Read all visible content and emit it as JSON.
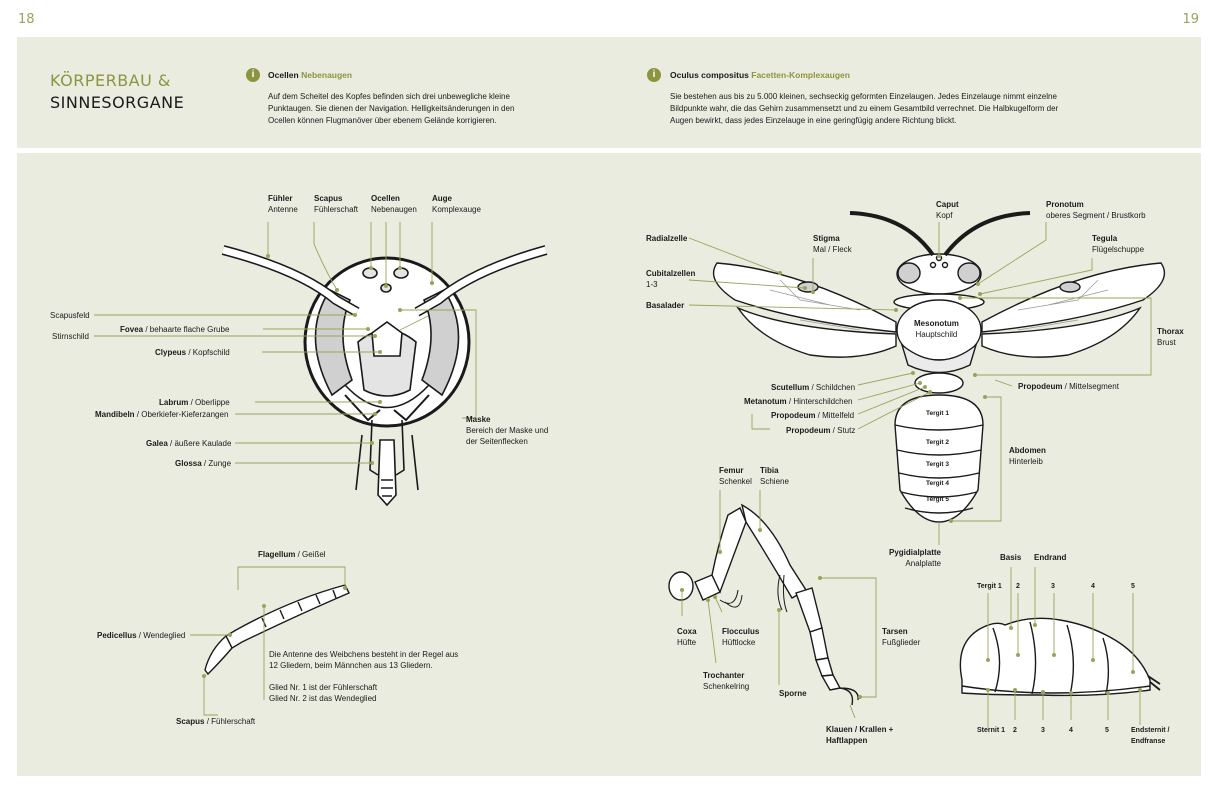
{
  "page_numbers": {
    "left": "18",
    "right": "19"
  },
  "header": {
    "title_line1": "KÖRPERBAU &",
    "title_line2": "SINNESORGANE",
    "info1": {
      "title": "Ocellen",
      "subtitle": "Nebenaugen",
      "text": "Auf dem Scheitel des Kopfes befinden sich drei unbewegliche kleine Punktaugen. Sie dienen der Navigation. Helligkeitsänderungen in den Ocellen können Flugmanöver über ebenem Gelände korrigieren."
    },
    "info2": {
      "title": "Oculus compositus",
      "subtitle": "Facetten-Komplexaugen",
      "text": "Sie bestehen aus bis zu 5.000 kleinen, sechseckig geformten Einzelaugen. Jedes Einzelauge nimmt einzelne Bildpunkte wahr, die das Gehirn zusammensetzt und zu einem Gesamtbild verrechnet. Die Halbkugelform der Augen bewirkt, dass jedes Einzelauge in eine geringfügig andere Richtung blickt."
    }
  },
  "head_labels": {
    "fuehler": {
      "bold": "Fühler",
      "normal": "Antenne"
    },
    "scapus": {
      "bold": "Scapus",
      "normal": "Fühlerschaft"
    },
    "ocellen": {
      "bold": "Ocellen",
      "normal": "Nebenaugen"
    },
    "auge": {
      "bold": "Auge",
      "normal": "Komplexauge"
    },
    "scapusfeld": "Scapusfeld",
    "fovea": {
      "bold": "Fovea",
      "normal": " / behaarte flache Grube"
    },
    "stirnschild": "Stirnschild",
    "clypeus": {
      "bold": "Clypeus",
      "normal": " / Kopfschild"
    },
    "labrum": {
      "bold": "Labrum",
      "normal": " / Oberlippe"
    },
    "mandibeln": {
      "bold": "Mandibeln",
      "normal": " / Oberkiefer-Kieferzangen"
    },
    "galea": {
      "bold": "Galea",
      "normal": " / äußere Kaulade"
    },
    "glossa": {
      "bold": "Glossa",
      "normal": " / Zunge"
    },
    "maske": {
      "bold": "Maske",
      "normal1": "Bereich der Maske und",
      "normal2": "der Seitenflecken"
    }
  },
  "antenna_labels": {
    "flagellum": {
      "bold": "Flagellum",
      "normal": " / Geißel"
    },
    "pedicellus": {
      "bold": "Pedicellus",
      "normal": " / Wendeglied"
    },
    "scapus": {
      "bold": "Scapus",
      "normal": " / Fühlerschaft"
    },
    "note1": "Die Antenne des Weibchens besteht in der Regel aus",
    "note2": "12 Gliedern, beim Männchen aus 13 Gliedern.",
    "note3": "Glied Nr. 1 ist der Fühlerschaft",
    "note4": "Glied Nr. 2 ist das Wendeglied"
  },
  "body_labels": {
    "radialzelle": "Radialzelle",
    "stigma": {
      "bold": "Stigma",
      "normal": "Mal / Fleck"
    },
    "caput": {
      "bold": "Caput",
      "normal": "Kopf"
    },
    "pronotum": {
      "bold": "Pronotum",
      "normal": "oberes Segment / Brustkorb"
    },
    "tegula": {
      "bold": "Tegula",
      "normal": "Flügelschuppe"
    },
    "cubitalzellen": {
      "bold": "Cubitalzellen",
      "normal": "1-3"
    },
    "basalader": "Basalader",
    "mesonotum": {
      "bold": "Mesonotum",
      "normal": "Hauptschild"
    },
    "thorax": {
      "bold": "Thorax",
      "normal": "Brust"
    },
    "scutellum": {
      "bold": "Scutellum",
      "normal": " / Schildchen"
    },
    "metanotum": {
      "bold": "Metanotum",
      "normal": " / Hinterschildchen"
    },
    "propodeum_mf": {
      "bold": "Propodeum",
      "normal": " / Mittelfeld"
    },
    "propodeum_st": {
      "bold": "Propodeum",
      "normal": " / Stutz"
    },
    "propodeum_ms": {
      "bold": "Propodeum",
      "normal": " / Mittelsegment"
    },
    "abdomen": {
      "bold": "Abdomen",
      "normal": "Hinterleib"
    },
    "tergits": [
      "Tergit 1",
      "Tergit 2",
      "Tergit 3",
      "Tergit 4",
      "Tergit 5"
    ],
    "pygidialplatte": {
      "bold": "Pygidialplatte",
      "normal": "Analplatte"
    }
  },
  "leg_labels": {
    "femur": {
      "bold": "Femur",
      "normal": "Schenkel"
    },
    "tibia": {
      "bold": "Tibia",
      "normal": "Schiene"
    },
    "coxa": {
      "bold": "Coxa",
      "normal": "Hüfte"
    },
    "flocculus": {
      "bold": "Flocculus",
      "normal": "Hüftlocke"
    },
    "trochanter": {
      "bold": "Trochanter",
      "normal": "Schenkelring"
    },
    "sporne": "Sporne",
    "tarsen": {
      "bold": "Tarsen",
      "normal": "Fußglieder"
    },
    "klauen": {
      "bold1": "Klauen / Krallen +",
      "bold2": "Haftlappen"
    }
  },
  "abdomen_side_labels": {
    "basis": "Basis",
    "endrand": "Endrand",
    "tergit1": "Tergit 1",
    "t2": "2",
    "t3": "3",
    "t4": "4",
    "t5": "5",
    "sternit1": "Sternit 1",
    "s2": "2",
    "s3": "3",
    "s4": "4",
    "s5": "5",
    "endsternit1": "Endsternit /",
    "endsternit2": "Endfranse"
  },
  "colors": {
    "accent": "#8c9440",
    "panel": "#ebece0",
    "line": "#9aa35a"
  }
}
